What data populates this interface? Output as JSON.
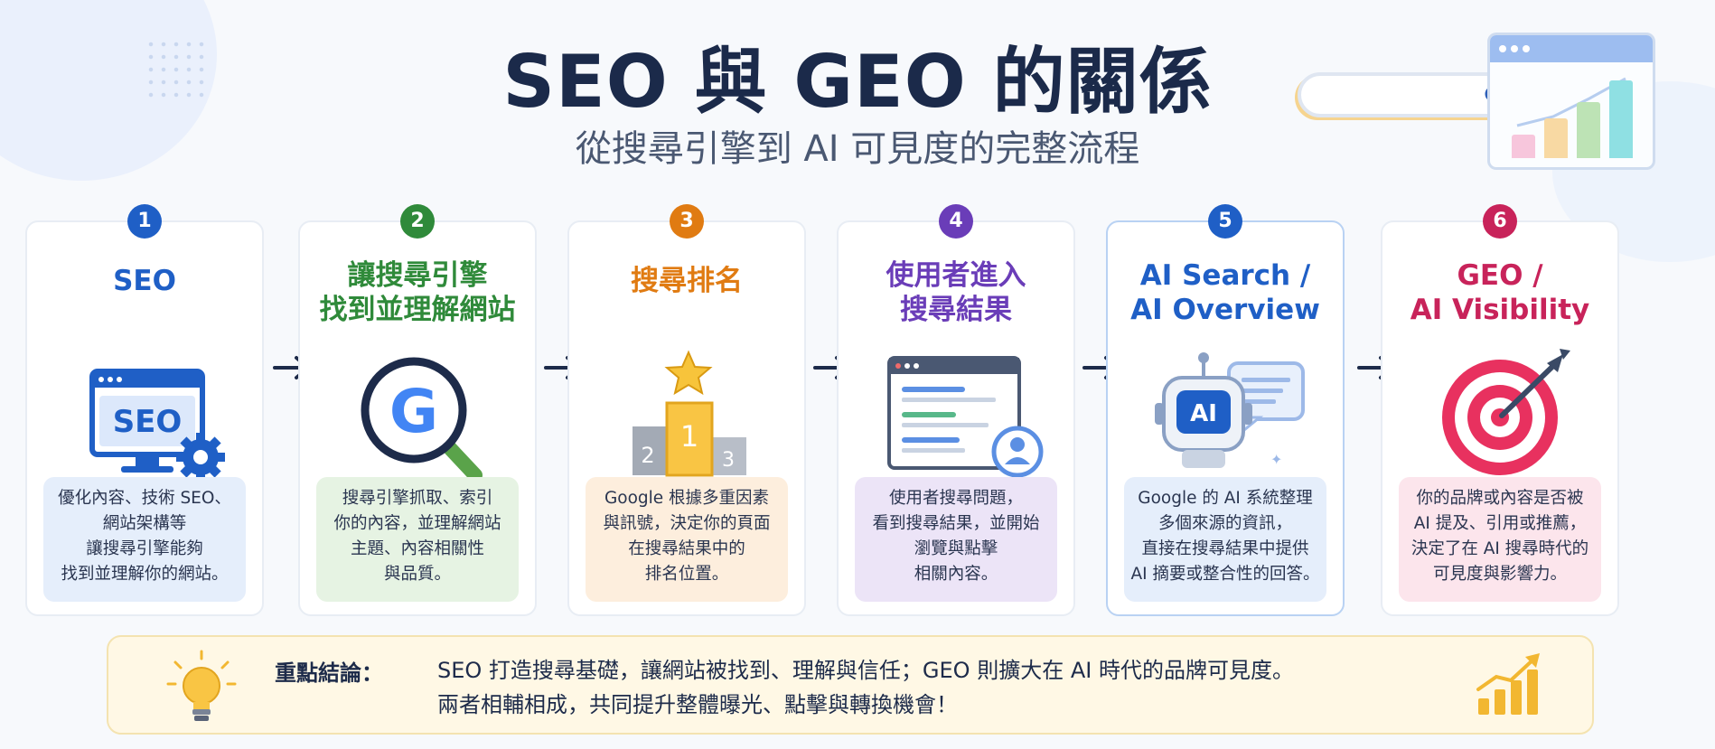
{
  "header": {
    "title": "SEO 與 GEO 的關係",
    "subtitle": "從搜尋引擎到 AI 可見度的完整流程"
  },
  "colors": {
    "blue": "#1f5fc6",
    "green": "#2f8a3a",
    "orange": "#e07b12",
    "purple": "#6a3db8",
    "ai_blue": "#1f5fc6",
    "magenta": "#c8235a"
  },
  "steps": [
    {
      "number": "1",
      "title_lines": [
        "SEO"
      ],
      "color": "#1f5fc6",
      "icon": "seo-monitor-gear-icon",
      "illus_text": "SEO",
      "desc_bg": "#e5eefb",
      "desc_lines": [
        "優化內容、技術 SEO、",
        "網站架構等",
        "讓搜尋引擎能夠",
        "找到並理解你的網站。"
      ]
    },
    {
      "number": "2",
      "title_lines": [
        "讓搜尋引擎",
        "找到並理解網站"
      ],
      "color": "#2f8a3a",
      "icon": "google-magnifier-icon",
      "illus_text": "G",
      "desc_bg": "#e6f3e3",
      "desc_lines": [
        "搜尋引擎抓取、索引",
        "你的內容，並理解網站",
        "主題、內容相關性",
        "與品質。"
      ]
    },
    {
      "number": "3",
      "title_lines": [
        "搜尋排名"
      ],
      "color": "#e07b12",
      "icon": "ranking-podium-icon",
      "illus_text": [
        "1",
        "2",
        "3"
      ],
      "desc_bg": "#fdeedd",
      "desc_lines": [
        "Google 根據多重因素",
        "與訊號，決定你的頁面",
        "在搜尋結果中的",
        "排名位置。"
      ]
    },
    {
      "number": "4",
      "title_lines": [
        "使用者進入",
        "搜尋結果"
      ],
      "color": "#6a3db8",
      "icon": "search-results-user-icon",
      "desc_bg": "#ece4f7",
      "desc_lines": [
        "使用者搜尋問題，",
        "看到搜尋結果，並開始",
        "瀏覽與點擊",
        "相關內容。"
      ]
    },
    {
      "number": "5",
      "title_lines": [
        "AI Search /",
        "AI Overview"
      ],
      "color": "#1f5fc6",
      "icon": "ai-robot-chat-icon",
      "illus_text": "AI",
      "desc_bg": "#e5eefb",
      "desc_lines": [
        "Google 的 AI 系統整理",
        "多個來源的資訊，",
        "直接在搜尋結果中提供",
        "AI 摘要或整合性的回答。"
      ]
    },
    {
      "number": "6",
      "title_lines": [
        "GEO /",
        "AI Visibility"
      ],
      "color": "#c8235a",
      "icon": "target-arrow-icon",
      "desc_bg": "#fce5ec",
      "desc_lines": [
        "你的品牌或內容是否被",
        "AI 提及、引用或推薦，",
        "決定了在 AI 搜尋時代的",
        "可見度與影響力。"
      ]
    }
  ],
  "conclusion": {
    "label": "重點結論：",
    "lines": [
      "SEO 打造搜尋基礎，讓網站被找到、理解與信任；GEO 則擴大在 AI 時代的品牌可見度。",
      "兩者相輔相成，共同提升整體曝光、點擊與轉換機會！"
    ]
  }
}
